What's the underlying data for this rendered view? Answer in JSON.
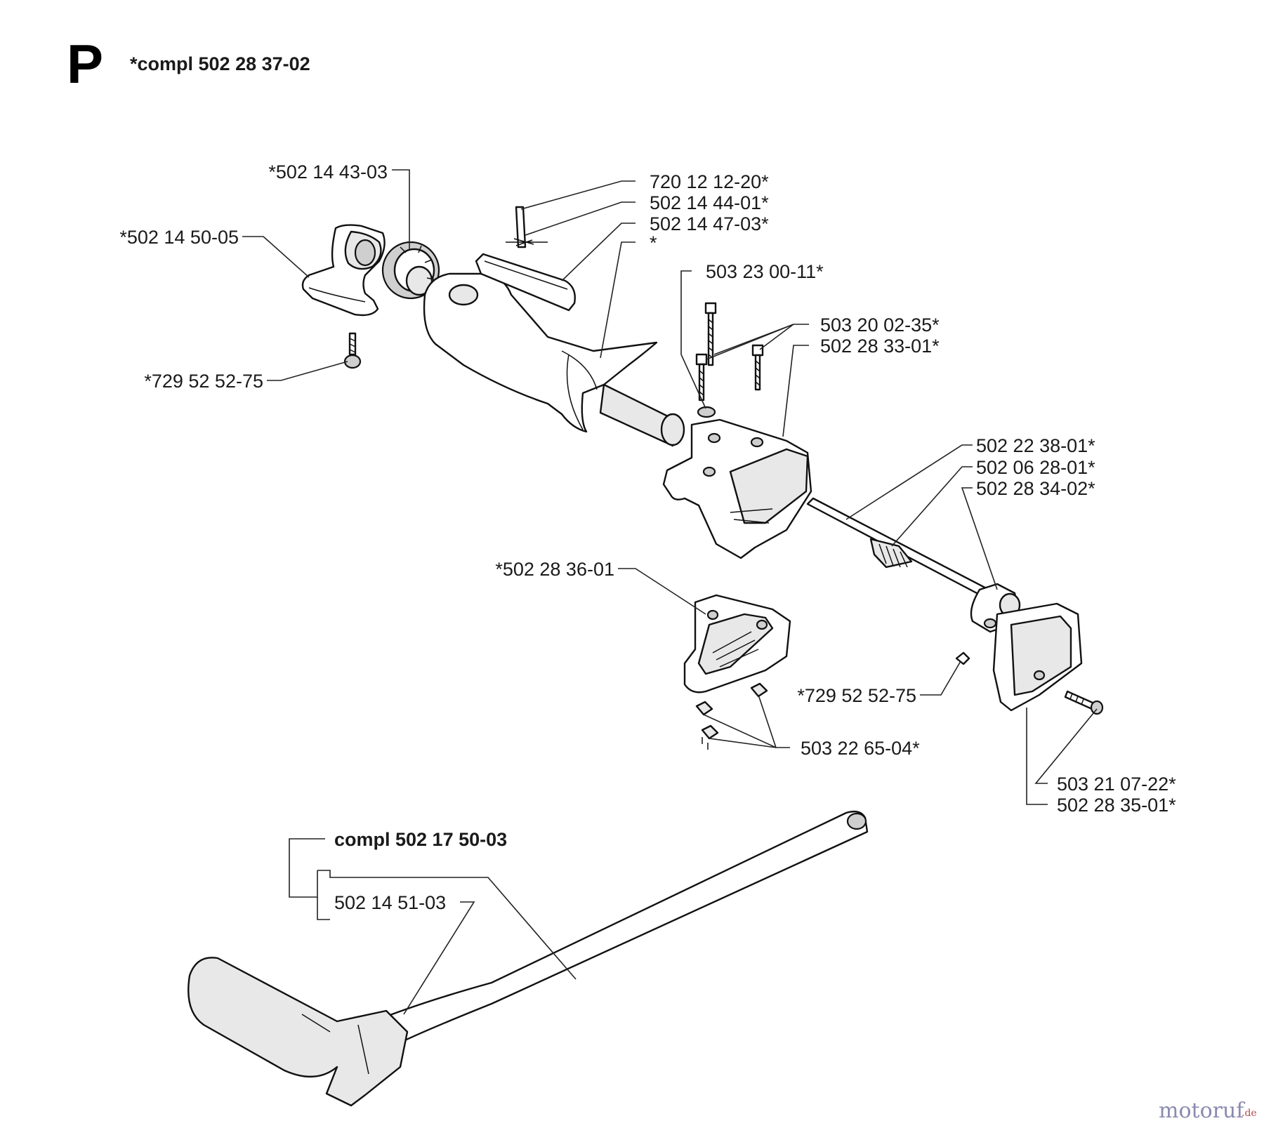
{
  "section_letter": "P",
  "assembly_label": "*compl 502 28 37-02",
  "labels": {
    "l1": "*502 14 43-03",
    "l2": "*502 14 50-05",
    "l3": "*729 52 52-75",
    "l4": "720 12 12-20*",
    "l5": "502 14 44-01*",
    "l6": "502 14 47-03*",
    "l7": "*",
    "l8": "503 23 00-11*",
    "l9": "503 20 02-35*",
    "l10": "502 28 33-01*",
    "l11": "502 22 38-01*",
    "l12": "502 06 28-01*",
    "l13": "502 28 34-02*",
    "l14": "*502 28 36-01",
    "l15": "*729 52 52-75",
    "l16": "503 22 65-04*",
    "l17": "503 21 07-22*",
    "l18": "502 28 35-01*",
    "l19": "compl 502 17 50-03",
    "l20": "502 14 51-03"
  },
  "watermark": {
    "main": "motoruf",
    "suffix": ".de"
  }
}
